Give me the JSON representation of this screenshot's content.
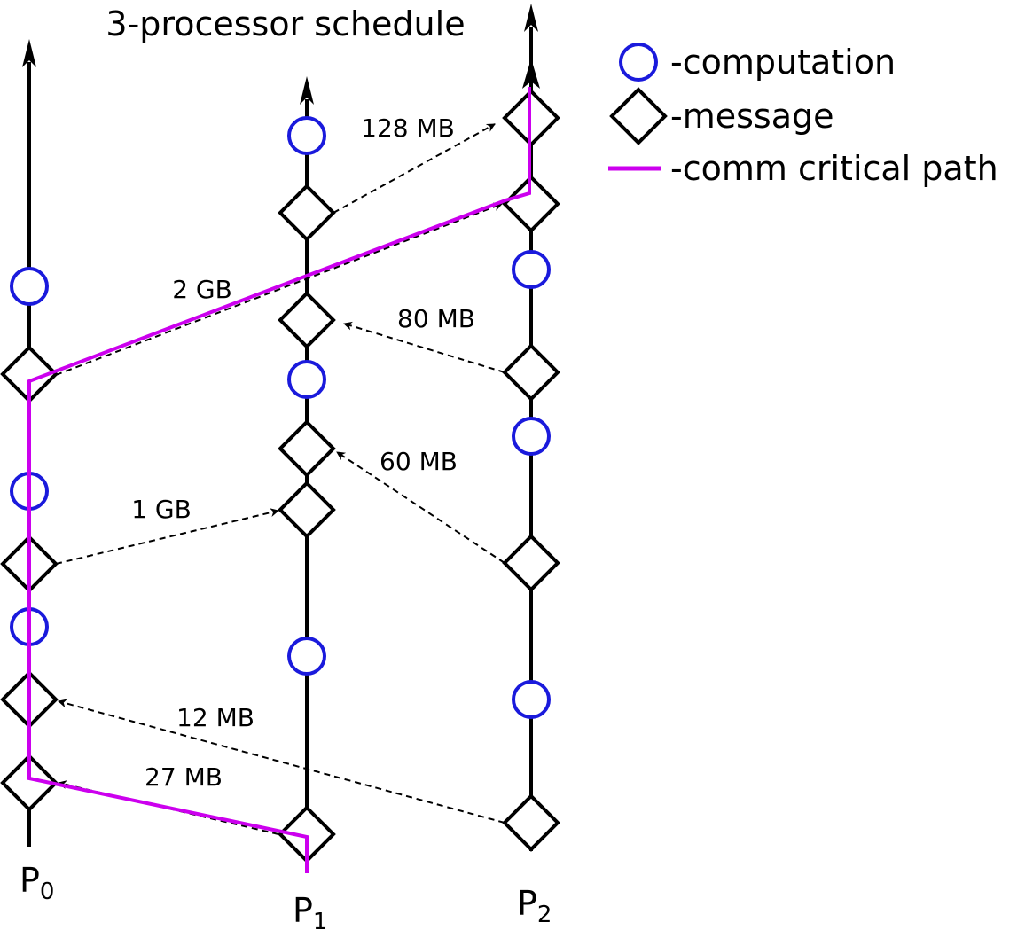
{
  "title": "3-processor schedule",
  "legend": {
    "computation": "-computation",
    "message": "-message",
    "critical_path": "-comm critical path"
  },
  "processors": [
    {
      "letter": "P",
      "sub": "0"
    },
    {
      "letter": "P",
      "sub": "1"
    },
    {
      "letter": "P",
      "sub": "2"
    }
  ],
  "messages": [
    {
      "label": "128 MB"
    },
    {
      "label": "2 GB"
    },
    {
      "label": "80 MB"
    },
    {
      "label": "60 MB"
    },
    {
      "label": "1 GB"
    },
    {
      "label": "12 MB"
    },
    {
      "label": "27 MB"
    }
  ],
  "colors": {
    "computation": "#1a1adc",
    "message": "#000000",
    "critical_path": "#cc00ee"
  }
}
